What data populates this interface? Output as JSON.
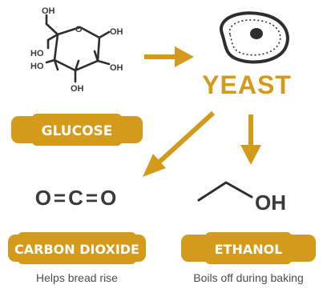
{
  "colors": {
    "accent": "#d39a1c",
    "ink": "#3a3a3a",
    "caption": "#4d4d4d"
  },
  "glucose": {
    "label": "GLUCOSE",
    "atoms": {
      "oh_top": "OH",
      "oh_right": "OH",
      "oh_bottom": "OH",
      "ho_left": "HO",
      "ring_o": "O",
      "ho_bottom_left": "HO"
    }
  },
  "yeast": {
    "title": "YEAST",
    "icon": "yeast-cell-icon"
  },
  "carbon_dioxide": {
    "label": "CARBON DIOXIDE",
    "formula": "O=C=O",
    "caption": "Helps bread rise"
  },
  "ethanol": {
    "label": "ETHANOL",
    "formula_oh": "OH",
    "caption": "Boils off during baking"
  }
}
